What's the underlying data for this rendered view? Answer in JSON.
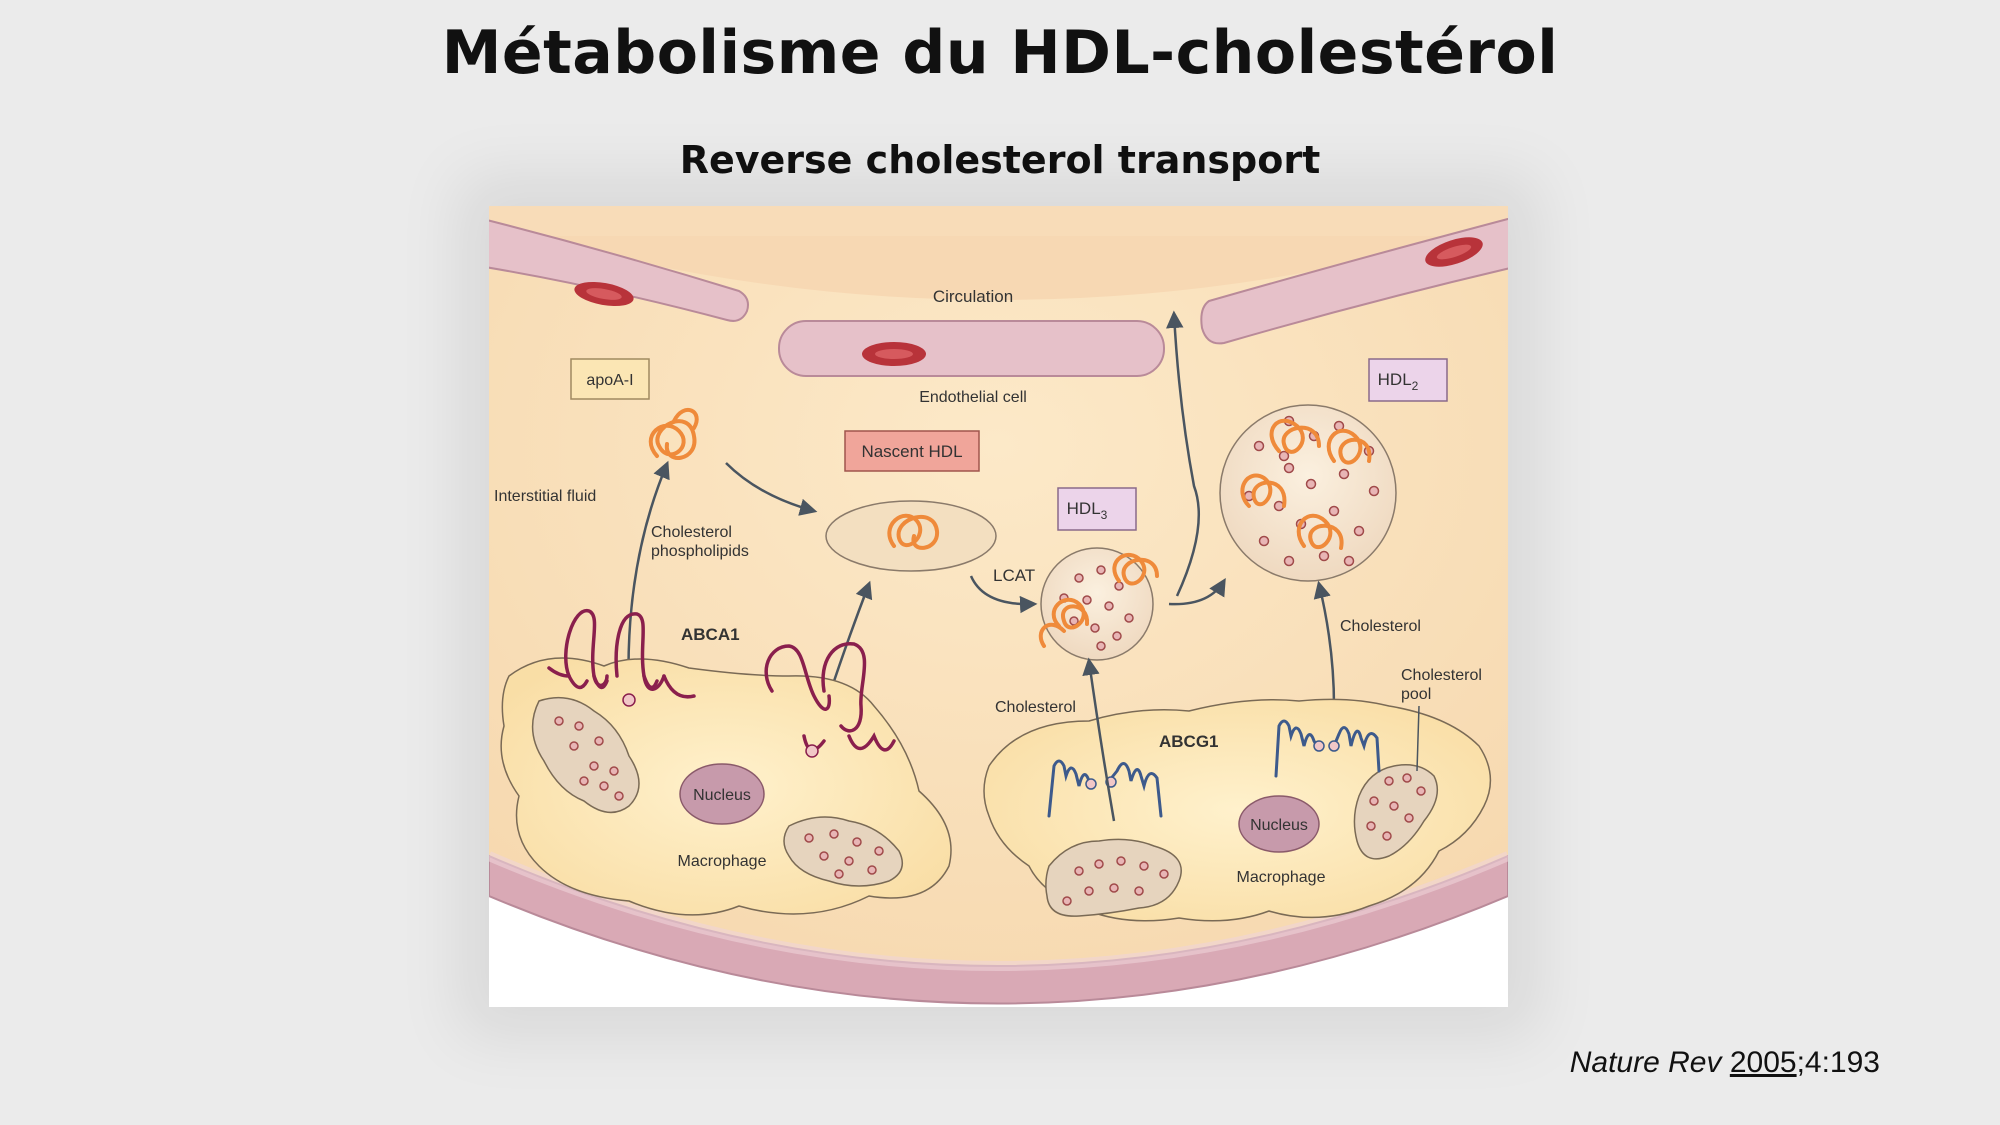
{
  "slide": {
    "title": "Métabolisme du HDL-cholestérol",
    "subtitle": "Reverse cholesterol transport"
  },
  "diagram": {
    "labels": {
      "circulation": "Circulation",
      "endothelial_cell": "Endothelial cell",
      "interstitial_fluid": "Interstitial fluid",
      "apoa1": "apoA-I",
      "nascent_hdl": "Nascent HDL",
      "hdl3": "HDL",
      "hdl3_sub": "3",
      "hdl2": "HDL",
      "hdl2_sub": "2",
      "lcat": "LCAT",
      "chol_phospho_1": "Cholesterol",
      "chol_phospho_2": "phospholipids",
      "abca1": "ABCA1",
      "abcg1": "ABCG1",
      "cholesterol_left": "Cholesterol",
      "cholesterol_right": "Cholesterol",
      "chol_pool_1": "Cholesterol",
      "chol_pool_2": "pool",
      "nucleus_left": "Nucleus",
      "nucleus_right": "Nucleus",
      "macrophage_left": "Macrophage",
      "macrophage_right": "Macrophage"
    },
    "colors": {
      "vessel": "#b98a99",
      "vessel_fill": "#e8c9cf",
      "red_cell": "#b8333a",
      "apoA_coil": "#ef8a3a",
      "abca1": "#8a1f4d",
      "abcg1": "#3d5a8c",
      "arrow": "#4a5560",
      "macrophage_fill": "#fbe6b4"
    }
  },
  "citation": {
    "journal": "Nature Rev",
    "year": "2005",
    "rest": ";4:193"
  }
}
